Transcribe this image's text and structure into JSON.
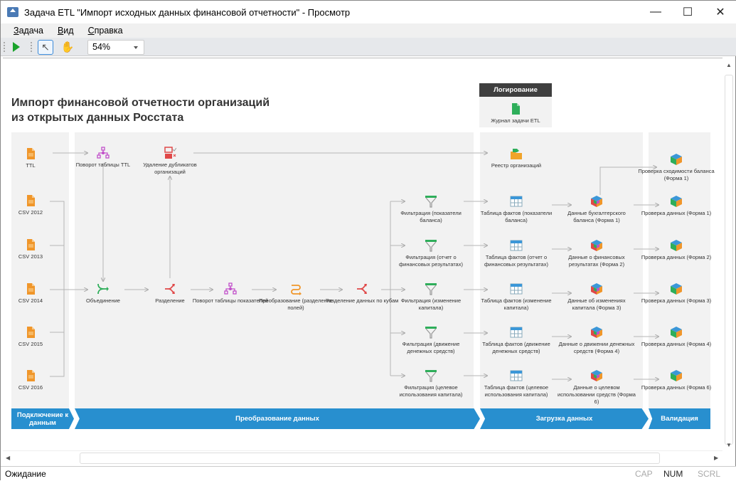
{
  "window": {
    "title": "Задача ETL \"Импорт исходных данных финансовой отчетности\" - Просмотр"
  },
  "menu": [
    "Задача",
    "Вид",
    "Справка"
  ],
  "toolbar": {
    "zoom": "54%"
  },
  "diagram": {
    "title_line1": "Импорт финансовой отчетности организаций",
    "title_line2": "из открытых данных Росстата",
    "logging": {
      "header": "Логирование",
      "item": "Журнал задачи ETL"
    },
    "stages": [
      "Подключение к данным",
      "Преобразование данных",
      "Загрузка данных",
      "Валидация"
    ],
    "nodes": [
      {
        "label": "TTL",
        "icon": "file-orange"
      },
      {
        "label": "CSV 2012",
        "icon": "file-orange"
      },
      {
        "label": "CSV 2013",
        "icon": "file-orange"
      },
      {
        "label": "CSV 2014",
        "icon": "file-orange"
      },
      {
        "label": "CSV 2015",
        "icon": "file-orange"
      },
      {
        "label": "CSV 2016",
        "icon": "file-orange"
      },
      {
        "label": "Поворот таблицы TTL",
        "icon": "pivot"
      },
      {
        "label": "Удаление дубликатов организаций",
        "icon": "dedupe"
      },
      {
        "label": "Объединение",
        "icon": "merge"
      },
      {
        "label": "Разделение",
        "icon": "split"
      },
      {
        "label": "Поворот таблицы показателей",
        "icon": "pivot"
      },
      {
        "label": "Преобразование (разделение полей)",
        "icon": "transform"
      },
      {
        "label": "Разделение данных по кубам",
        "icon": "split"
      },
      {
        "label": "Фильтрация (показатели баланса)",
        "icon": "filter"
      },
      {
        "label": "Фильтрация (отчет о финансовых результатах)",
        "icon": "filter"
      },
      {
        "label": "Фильтрация (изменение капитала)",
        "icon": "filter"
      },
      {
        "label": "Фильтрация (движение денежных средств)",
        "icon": "filter"
      },
      {
        "label": "Фильтрация (целевое использования капитала)",
        "icon": "filter"
      },
      {
        "label": "Реестр организаций",
        "icon": "folder"
      },
      {
        "label": "Таблица фактов (показатели баланса)",
        "icon": "table"
      },
      {
        "label": "Таблица фактов (отчет о финансовых результатах)",
        "icon": "table"
      },
      {
        "label": "Таблица фактов (изменение капитала)",
        "icon": "table"
      },
      {
        "label": "Таблица фактов (движение денежных средств)",
        "icon": "table"
      },
      {
        "label": "Таблица фактов (целевое использования капитала)",
        "icon": "table"
      },
      {
        "label": "Данные бухгалтерского баланса (Форма 1)",
        "icon": "cube-multi"
      },
      {
        "label": "Данные о финансовых результатах (Форма 2)",
        "icon": "cube-multi"
      },
      {
        "label": "Данные об изменениях капитала (Форма 3)",
        "icon": "cube-multi"
      },
      {
        "label": "Данные о движении денежных средств (Форма 4)",
        "icon": "cube-multi"
      },
      {
        "label": "Данные о целевом использовании средств (Форма 6)",
        "icon": "cube-multi"
      },
      {
        "label": "Проверка сходимости баланса (Форма 1)",
        "icon": "cube-check"
      },
      {
        "label": "Проверка данных (Форма 1)",
        "icon": "cube-check"
      },
      {
        "label": "Проверка данных (Форма 2)",
        "icon": "cube-check"
      },
      {
        "label": "Проверка данных (Форма 3)",
        "icon": "cube-check"
      },
      {
        "label": "Проверка данных (Форма 4)",
        "icon": "cube-check"
      },
      {
        "label": "Проверка данных (Форма 6)",
        "icon": "cube-check"
      }
    ]
  },
  "status": {
    "text": "Ожидание",
    "cap": "CAP",
    "num": "NUM",
    "scrl": "SCRL"
  },
  "colors": {
    "banner": "#288fcf",
    "panel": "#f2f2f2",
    "log_header": "#3f3f3f"
  }
}
